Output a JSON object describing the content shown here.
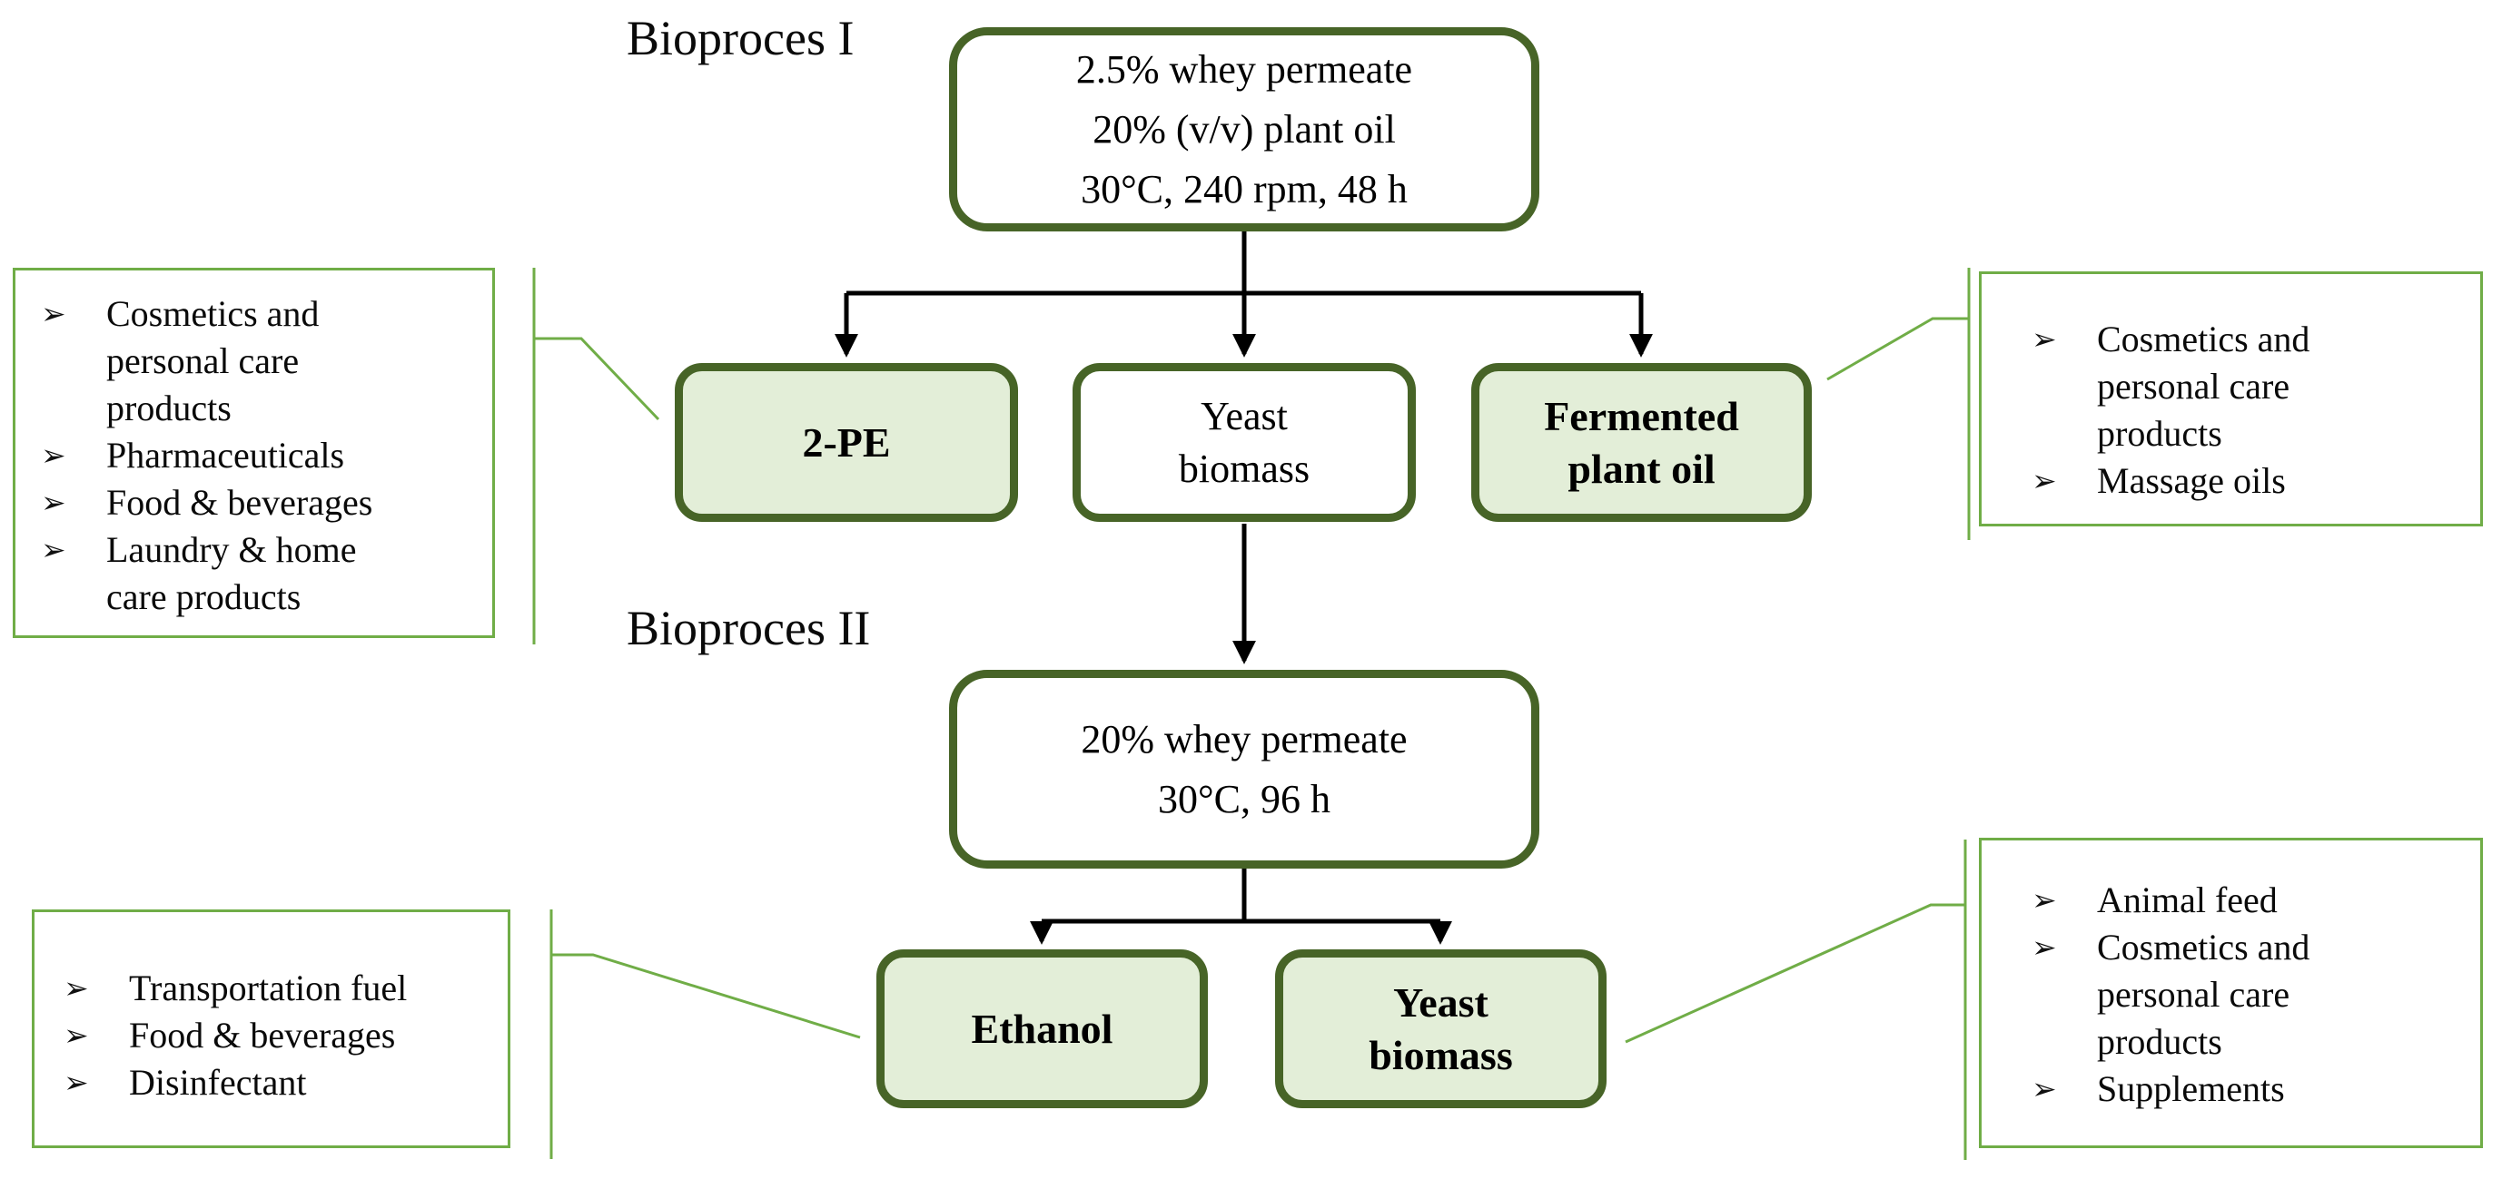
{
  "process1": {
    "title": "Bioproces I",
    "conditions": "2.5% whey permeate\n20% (v/v) plant oil\n30°C, 240 rpm, 48 h",
    "products": [
      {
        "label": "2-PE",
        "highlighted": true
      },
      {
        "label": "Yeast\nbiomass",
        "highlighted": false
      },
      {
        "label": "Fermented\nplant oil",
        "highlighted": true
      }
    ]
  },
  "process2": {
    "title": "Bioproces II",
    "conditions": "20% whey permeate\n30°C, 96 h",
    "products": [
      {
        "label": "Ethanol",
        "highlighted": true
      },
      {
        "label": "Yeast\nbiomass",
        "highlighted": true
      }
    ]
  },
  "applications": {
    "pe_uses": {
      "items": [
        "Cosmetics and personal care products",
        "Pharmaceuticals",
        "Food & beverages",
        "Laundry & home care products"
      ]
    },
    "fermented_oil_uses": {
      "items": [
        "Cosmetics and personal care products",
        "Massage oils"
      ]
    },
    "ethanol_uses": {
      "items": [
        "Transportation fuel",
        "Food & beverages",
        "Disinfectant"
      ]
    },
    "yeast_biomass_uses": {
      "items": [
        "Animal feed",
        "Cosmetics and personal care products",
        "Supplements"
      ]
    }
  },
  "icons": {
    "bullet": "➢"
  },
  "colors": {
    "box_border": "#476427",
    "box_fill_green": "#e3eed8",
    "box_fill_white": "#ffffff",
    "callout_border": "#70ad47",
    "arrow": "#000000"
  }
}
